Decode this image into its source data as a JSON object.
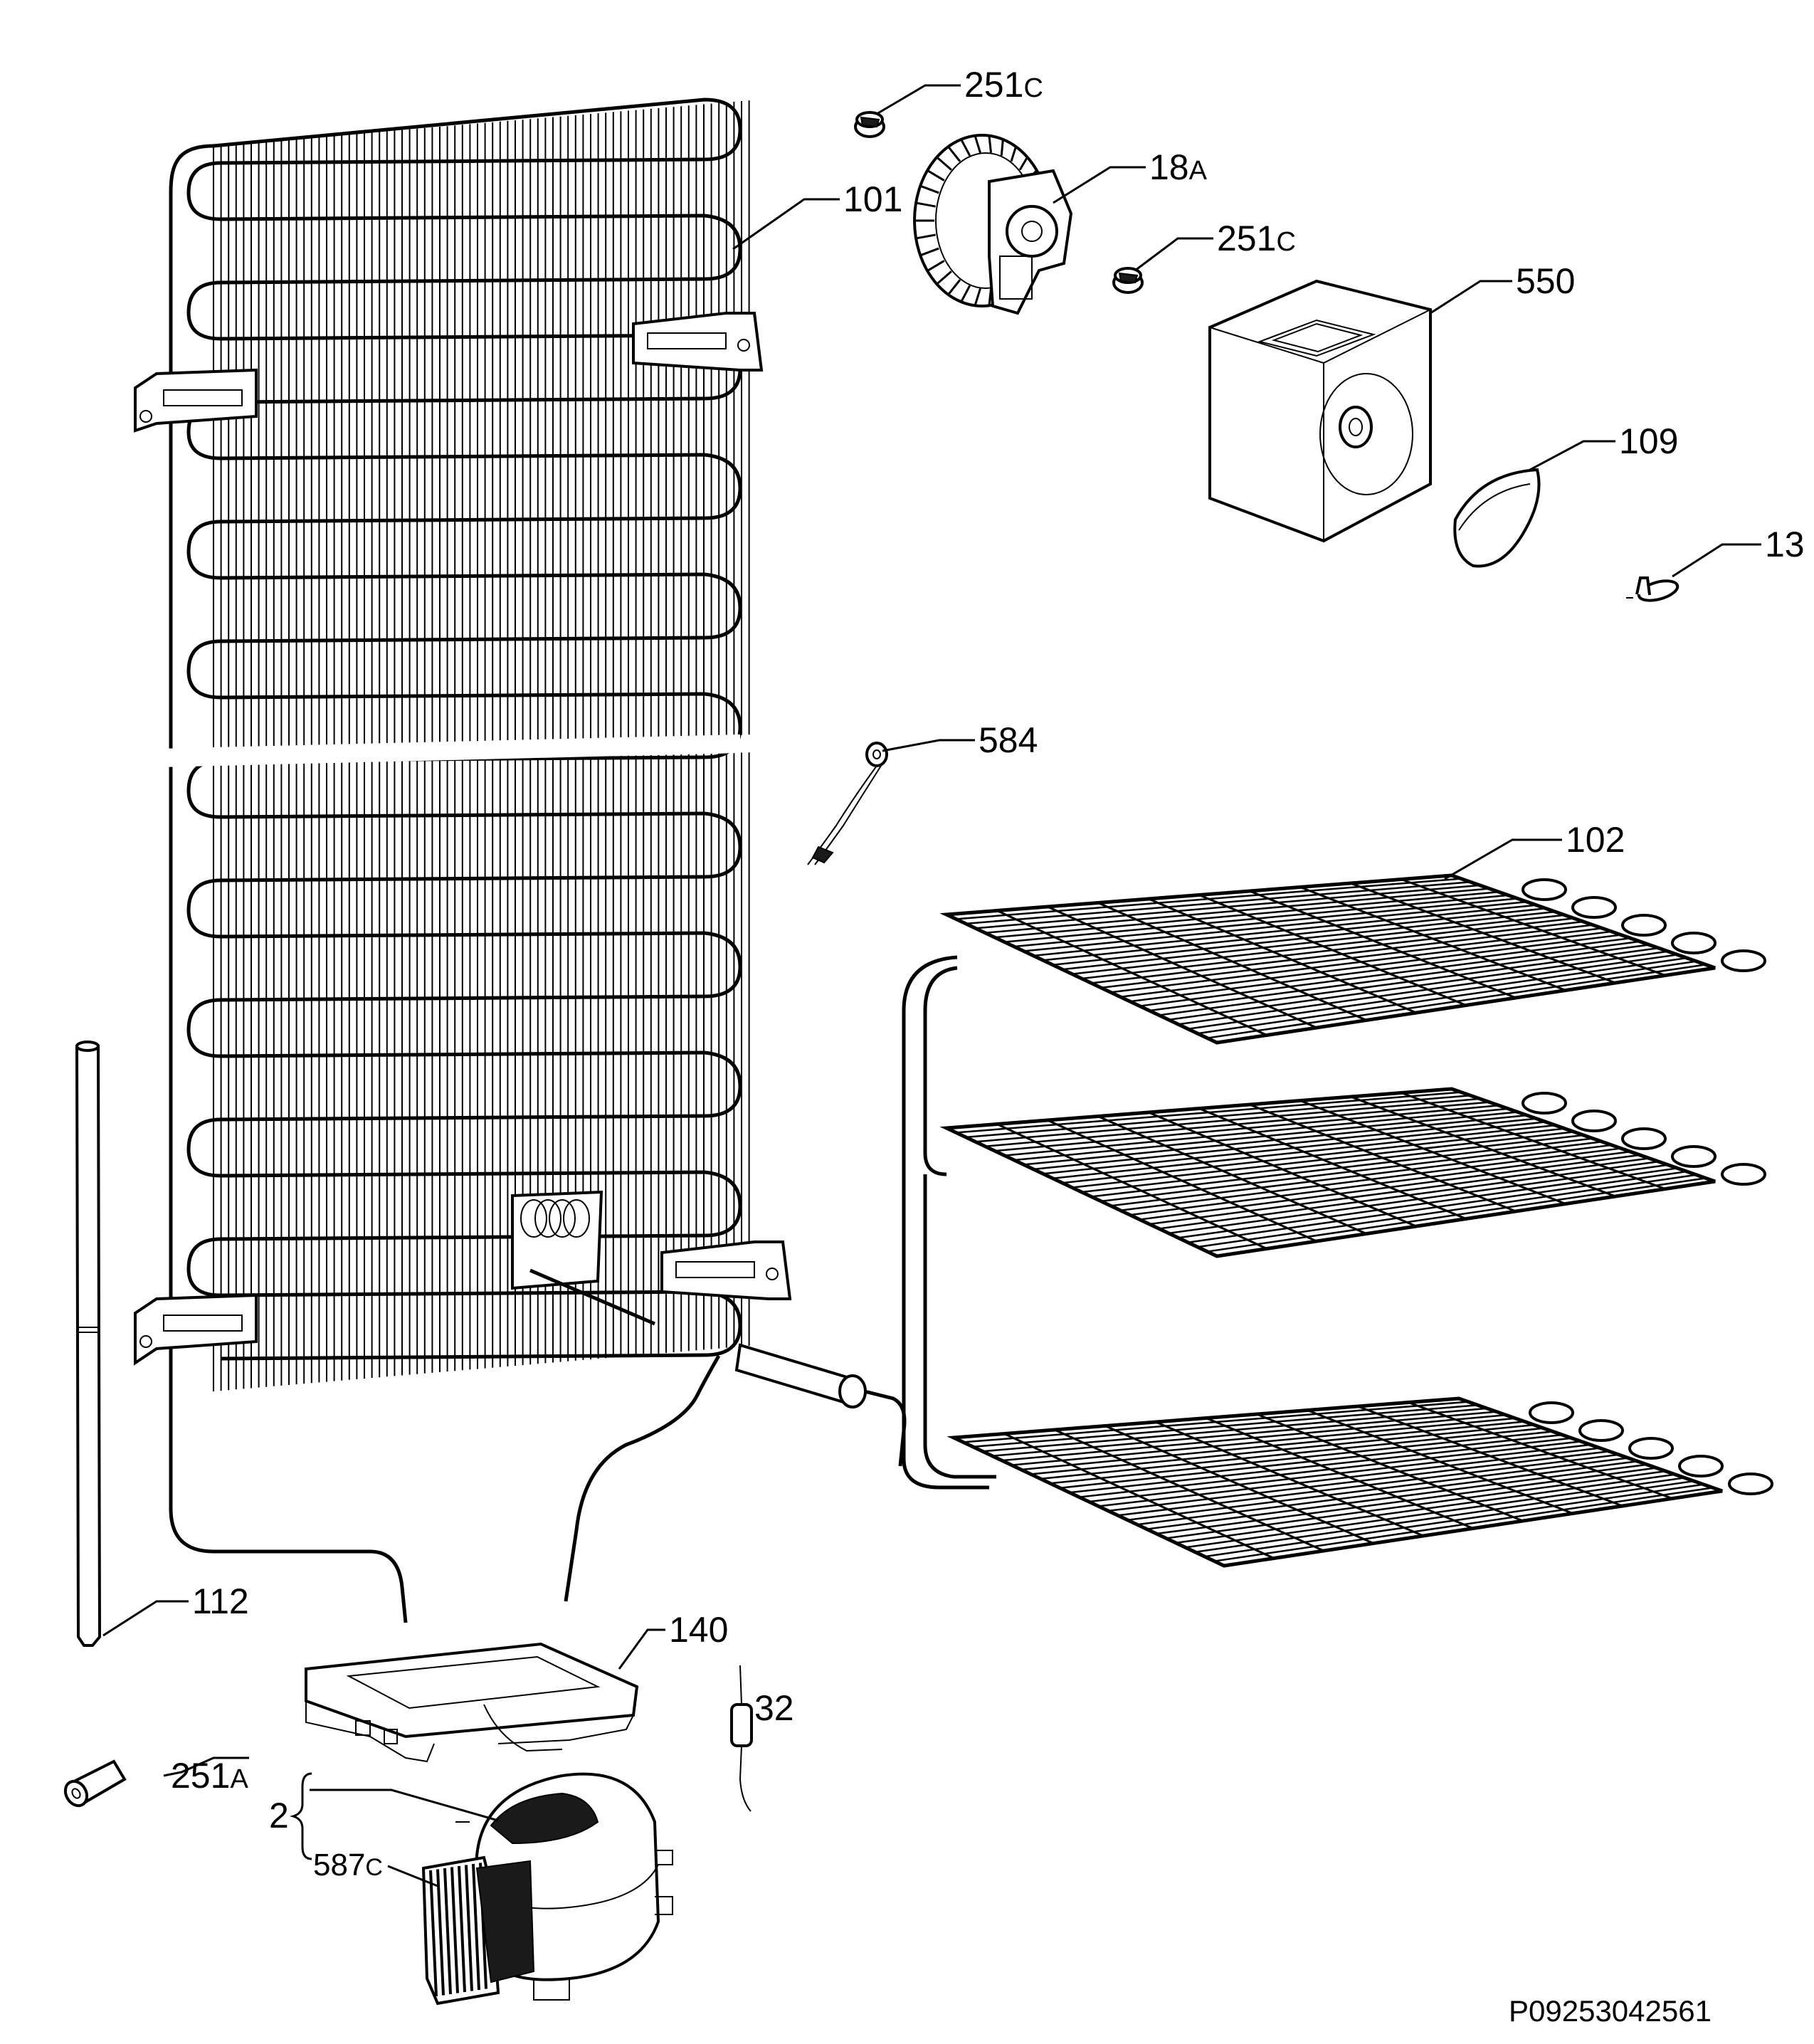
{
  "document_id": "P09253042561",
  "callouts": [
    {
      "id": "c-251c-top",
      "num": "251",
      "suffix": "C"
    },
    {
      "id": "c-18a",
      "num": "18",
      "suffix": "A"
    },
    {
      "id": "c-101",
      "num": "101",
      "suffix": ""
    },
    {
      "id": "c-251c-mid",
      "num": "251",
      "suffix": "C"
    },
    {
      "id": "c-550",
      "num": "550",
      "suffix": ""
    },
    {
      "id": "c-109",
      "num": "109",
      "suffix": ""
    },
    {
      "id": "c-13",
      "num": "13",
      "suffix": ""
    },
    {
      "id": "c-584",
      "num": "584",
      "suffix": ""
    },
    {
      "id": "c-102",
      "num": "102",
      "suffix": ""
    },
    {
      "id": "c-112",
      "num": "112",
      "suffix": ""
    },
    {
      "id": "c-140",
      "num": "140",
      "suffix": ""
    },
    {
      "id": "c-32",
      "num": "32",
      "suffix": ""
    },
    {
      "id": "c-251a",
      "num": "251",
      "suffix": "A"
    },
    {
      "id": "c-2",
      "num": "2",
      "suffix": ""
    },
    {
      "id": "c-587c",
      "num": "587",
      "suffix": "C"
    }
  ]
}
